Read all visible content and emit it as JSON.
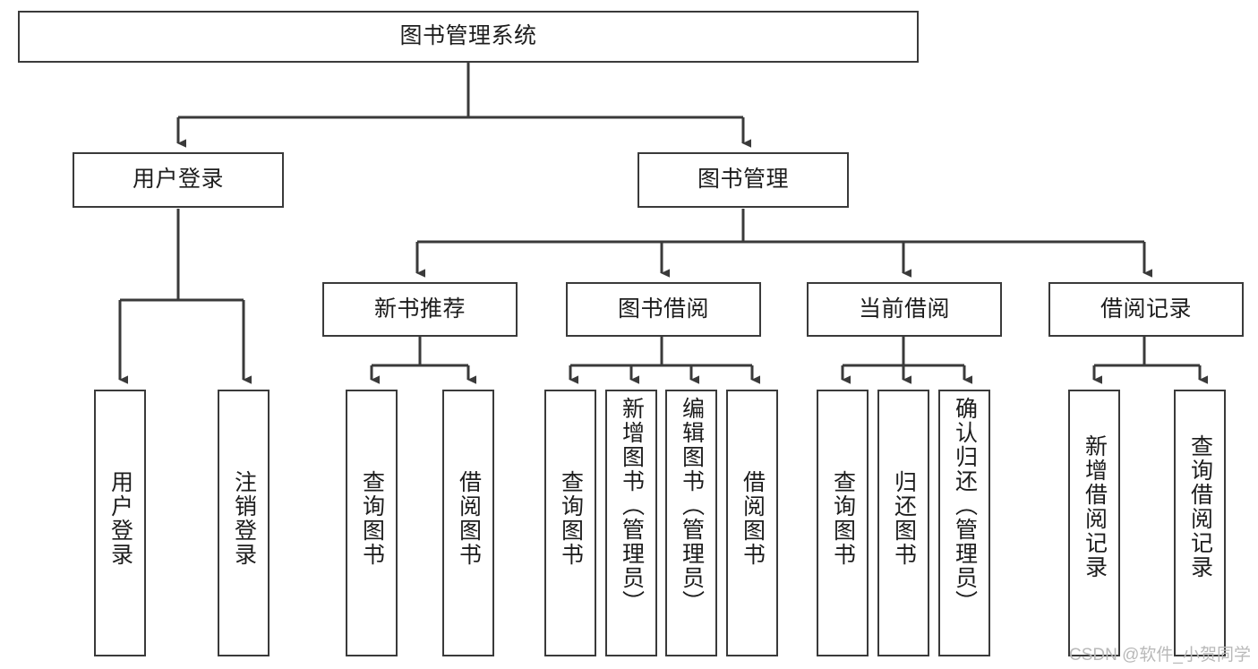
{
  "diagram": {
    "type": "tree",
    "title": "图书管理系统",
    "orientation": "top-down",
    "colors": {
      "box_border": "#3a3a3a",
      "box_fill": "#ffffff",
      "connector": "#3a3a3a",
      "text": "#1d1d1d",
      "watermark": "#b9b9b9"
    },
    "nodes": {
      "root": {
        "label": "图书管理系统",
        "level": 0
      },
      "user_login": {
        "label": "用户登录",
        "level": 1
      },
      "book_manage": {
        "label": "图书管理",
        "level": 1
      },
      "new_book_rec": {
        "label": "新书推荐",
        "level": 2
      },
      "book_borrow": {
        "label": "图书借阅",
        "level": 2
      },
      "current_borrow": {
        "label": "当前借阅",
        "level": 2
      },
      "borrow_record": {
        "label": "借阅记录",
        "level": 2
      },
      "leaf_user_login": {
        "label": "用户登录",
        "level": 3
      },
      "leaf_logout": {
        "label": "注销登录",
        "level": 3
      },
      "leaf_query_book_1": {
        "label": "查询图书",
        "level": 3
      },
      "leaf_borrow_book_1": {
        "label": "借阅图书",
        "level": 3
      },
      "leaf_query_book_2": {
        "label": "查询图书",
        "level": 3
      },
      "leaf_add_book": {
        "label": "新增图书（管理员）",
        "level": 3
      },
      "leaf_edit_book": {
        "label": "编辑图书（管理员）",
        "level": 3
      },
      "leaf_borrow_book_2": {
        "label": "借阅图书",
        "level": 3
      },
      "leaf_query_book_3": {
        "label": "查询图书",
        "level": 3
      },
      "leaf_return_book": {
        "label": "归还图书",
        "level": 3
      },
      "leaf_confirm_return": {
        "label": "确认归还（管理员）",
        "level": 3
      },
      "leaf_add_record": {
        "label": "新增借阅记录",
        "level": 3
      },
      "leaf_query_record": {
        "label": "查询借阅记录",
        "level": 3
      }
    },
    "edges": [
      {
        "from": "root",
        "to": "user_login"
      },
      {
        "from": "root",
        "to": "book_manage"
      },
      {
        "from": "book_manage",
        "to": "new_book_rec"
      },
      {
        "from": "book_manage",
        "to": "book_borrow"
      },
      {
        "from": "book_manage",
        "to": "current_borrow"
      },
      {
        "from": "book_manage",
        "to": "borrow_record"
      },
      {
        "from": "user_login",
        "to": "leaf_user_login"
      },
      {
        "from": "user_login",
        "to": "leaf_logout"
      },
      {
        "from": "new_book_rec",
        "to": "leaf_query_book_1"
      },
      {
        "from": "new_book_rec",
        "to": "leaf_borrow_book_1"
      },
      {
        "from": "book_borrow",
        "to": "leaf_query_book_2"
      },
      {
        "from": "book_borrow",
        "to": "leaf_add_book"
      },
      {
        "from": "book_borrow",
        "to": "leaf_edit_book"
      },
      {
        "from": "book_borrow",
        "to": "leaf_borrow_book_2"
      },
      {
        "from": "current_borrow",
        "to": "leaf_query_book_3"
      },
      {
        "from": "current_borrow",
        "to": "leaf_return_book"
      },
      {
        "from": "current_borrow",
        "to": "leaf_confirm_return"
      },
      {
        "from": "borrow_record",
        "to": "leaf_add_record"
      },
      {
        "from": "borrow_record",
        "to": "leaf_query_record"
      }
    ]
  },
  "watermark": {
    "text": "CSDN @软件_小贺同学"
  }
}
